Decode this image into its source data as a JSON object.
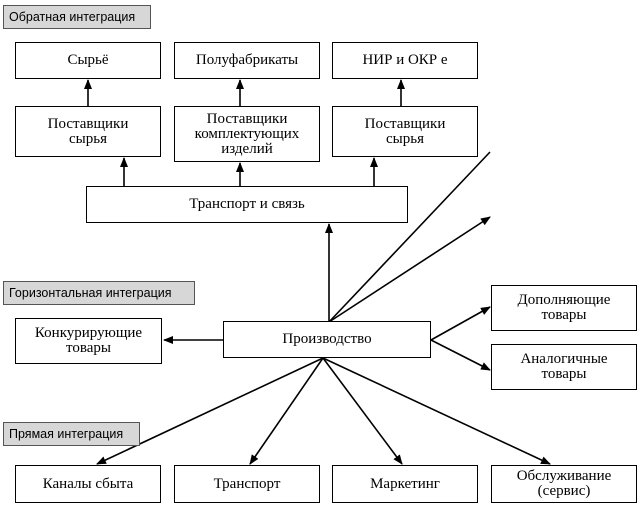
{
  "section_labels": {
    "backward": "Обратная интеграция",
    "horizontal": "Горизонтальная интеграция",
    "forward": "Прямая интеграция"
  },
  "top_row": {
    "raw_materials": "Сырьё",
    "semi_finished": "Полуфабрикаты",
    "rnd": "НИР и ОКР   е"
  },
  "suppliers": {
    "raw_suppliers_1": "Поставщики\nсырья",
    "component_suppliers": "Поставщики\nкомплектующих\nизделий",
    "raw_suppliers_2": "Поставщики\nсырья"
  },
  "transport_comm": "Транспорт и связь",
  "production": "Производство",
  "competing_goods": "Конкурирующие\nтовары",
  "complementary_goods": "Дополняющие\nтовары",
  "analogous_goods": "Аналогичные\nтовары",
  "bottom_row": {
    "sales_channels": "Каналы сбыта",
    "transport": "Транспорт",
    "marketing": "Маркетинг",
    "service": "Обслуживание\n(сервис)"
  }
}
